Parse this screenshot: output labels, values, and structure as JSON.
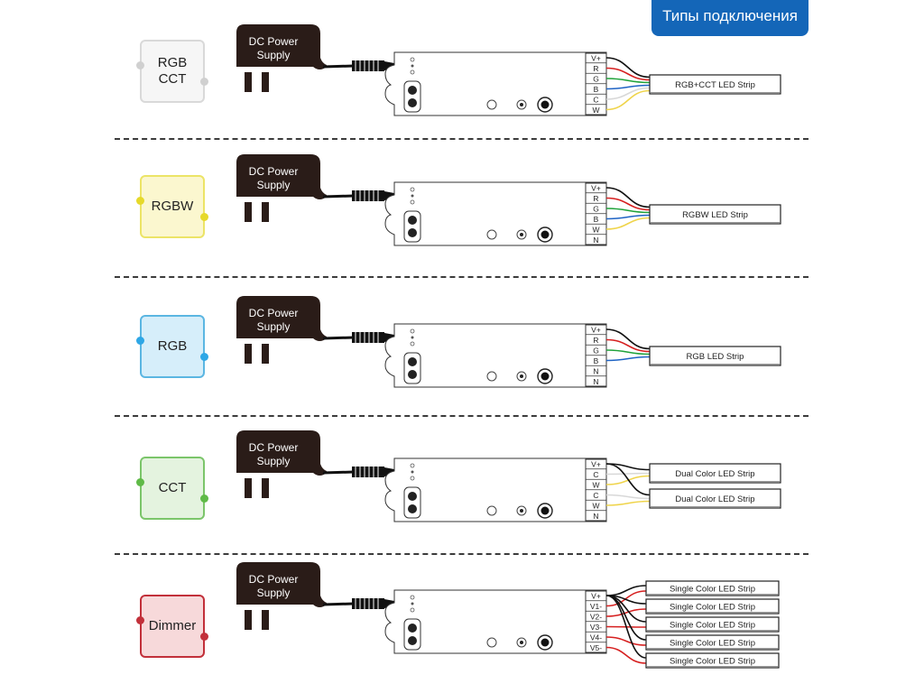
{
  "badge_label": "Типы подключения",
  "colors": {
    "badge": "#1466b8",
    "adapter": "#2a1c18",
    "wire_v": "#111111",
    "wire_r": "#d62020",
    "wire_g": "#1fa23a",
    "wire_b": "#1e63c4",
    "wire_c": "#d8d8d8",
    "wire_w": "#efd44a"
  },
  "sections": [
    {
      "mode": "RGB\nCCT",
      "mode_colors": {
        "border": "#d9d9d9",
        "fill": "#f6f6f6",
        "dot": "#d0d0d0"
      },
      "adapter_label": "DC Power\nSupply",
      "terminals": [
        "V+",
        "R",
        "G",
        "B",
        "C",
        "W"
      ],
      "strips": [
        "RGB+CCT LED Strip"
      ]
    },
    {
      "mode": "RGBW",
      "mode_colors": {
        "border": "#ece466",
        "fill": "#fbf7cf",
        "dot": "#e6d92a"
      },
      "adapter_label": "DC Power\nSupply",
      "terminals": [
        "V+",
        "R",
        "G",
        "B",
        "W",
        "N"
      ],
      "strips": [
        "RGBW LED Strip"
      ]
    },
    {
      "mode": "RGB",
      "mode_colors": {
        "border": "#5bb6e2",
        "fill": "#d6eefa",
        "dot": "#2ea7e6"
      },
      "adapter_label": "DC Power\nSupply",
      "terminals": [
        "V+",
        "R",
        "G",
        "B",
        "N",
        "N"
      ],
      "strips": [
        "RGB LED Strip"
      ]
    },
    {
      "mode": "CCT",
      "mode_colors": {
        "border": "#7bc56a",
        "fill": "#e4f3df",
        "dot": "#5fba47"
      },
      "adapter_label": "DC Power\nSupply",
      "terminals": [
        "V+",
        "C",
        "W",
        "C",
        "W",
        "N"
      ],
      "strips": [
        "Dual Color LED Strip",
        "Dual Color LED Strip"
      ]
    },
    {
      "mode": "Dimmer",
      "mode_colors": {
        "border": "#c2303a",
        "fill": "#f7d9da",
        "dot": "#c2303a"
      },
      "adapter_label": "DC Power\nSupply",
      "terminals": [
        "V+",
        "V1-",
        "V2-",
        "V3-",
        "V4-",
        "V5-"
      ],
      "strips": [
        "Single Color LED Strip",
        "Single Color LED Strip",
        "Single Color LED Strip",
        "Single Color LED Strip",
        "Single Color LED Strip"
      ]
    }
  ]
}
